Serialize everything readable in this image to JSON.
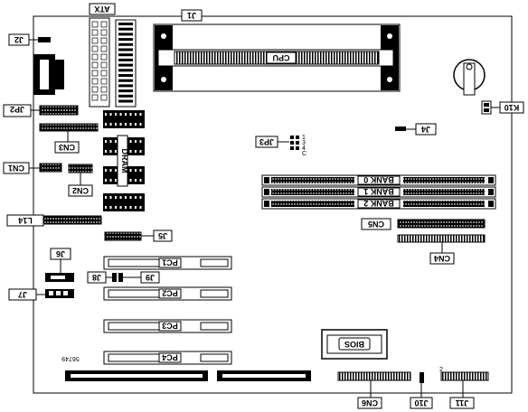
{
  "labels": {
    "atx": "ATX",
    "j1": "J1",
    "j2": "J2",
    "jp2": "JP2",
    "cn3": "CN3",
    "cn1": "CN1",
    "cn2": "CN2",
    "dram": "DRAM",
    "cpu": "CPU",
    "jp3": "JP3",
    "j4": "J4",
    "k10": "K10",
    "bank0": "BANK 0",
    "bank1": "BANK 1",
    "bank2": "BANK 2",
    "cn5": "CN5",
    "cn4": "CN4",
    "l14": "L14",
    "j5": "J5",
    "j6": "J6",
    "j8": "J8",
    "j9": "J9",
    "pc1": "PC1",
    "pc2": "PC2",
    "pc3": "PC3",
    "pc4": "PC4",
    "j7": "J7",
    "bios": "BIOS",
    "cn6": "CN6",
    "j10": "J10",
    "j11": "J11",
    "part_number": "56749",
    "jp3_pin1": "1",
    "jp3_pin3": "3",
    "jp3_pin4": "4",
    "jp3_pinc": "C",
    "j11_pin": "2"
  }
}
